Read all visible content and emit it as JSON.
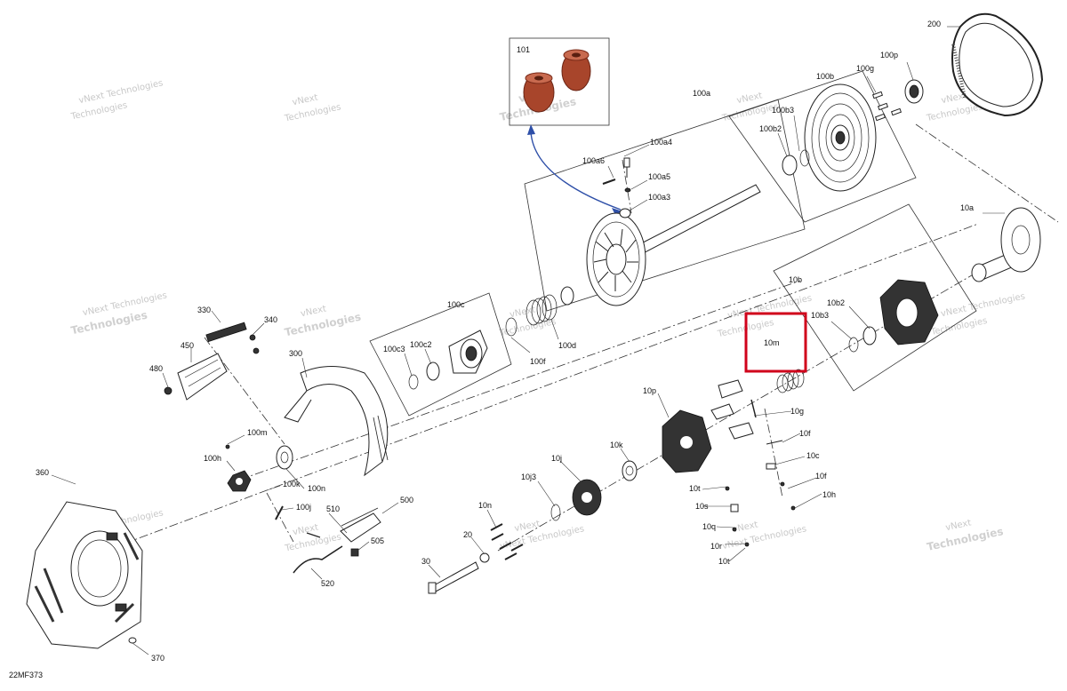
{
  "diagram_code": "22MF373",
  "watermark": {
    "line1": "vNext",
    "line2": "Technologies",
    "single": "vNext Technologies"
  },
  "highlight": {
    "part": "10m",
    "color": "#d0021b"
  },
  "inset": {
    "label": "101",
    "arrow_color": "#2e4fa8",
    "bushing_color": "#a8452b"
  },
  "parts": {
    "p101": "101",
    "p100a": "100a",
    "p100a4": "100a4",
    "p100a6": "100a6",
    "p100a5": "100a5",
    "p100a3": "100a3",
    "p100b": "100b",
    "p100g": "100g",
    "p100p": "100p",
    "p200": "200",
    "p100b3": "100b3",
    "p100b2": "100b2",
    "p10a": "10a",
    "p10b": "10b",
    "p10b2": "10b2",
    "p10b3": "10b3",
    "p10m": "10m",
    "p330": "330",
    "p340": "340",
    "p450": "450",
    "p480": "480",
    "p300": "300",
    "p100c": "100c",
    "p100c2": "100c2",
    "p100c3": "100c3",
    "p100d": "100d",
    "p100f": "100f",
    "p100m": "100m",
    "p100h": "100h",
    "p100k": "100k",
    "p100n": "100n",
    "p100j": "100j",
    "p360": "360",
    "p370": "370",
    "p500": "500",
    "p510": "510",
    "p505": "505",
    "p520": "520",
    "p30": "30",
    "p20": "20",
    "p10n": "10n",
    "p10j3": "10j3",
    "p10j": "10j",
    "p10k": "10k",
    "p10p": "10p",
    "p10g": "10g",
    "p10f": "10f",
    "p10c": "10c",
    "p10f2": "10f",
    "p10h": "10h",
    "p10t": "10t",
    "p10s": "10s",
    "p10q": "10q",
    "p10r": "10r",
    "p10t2": "10t"
  }
}
